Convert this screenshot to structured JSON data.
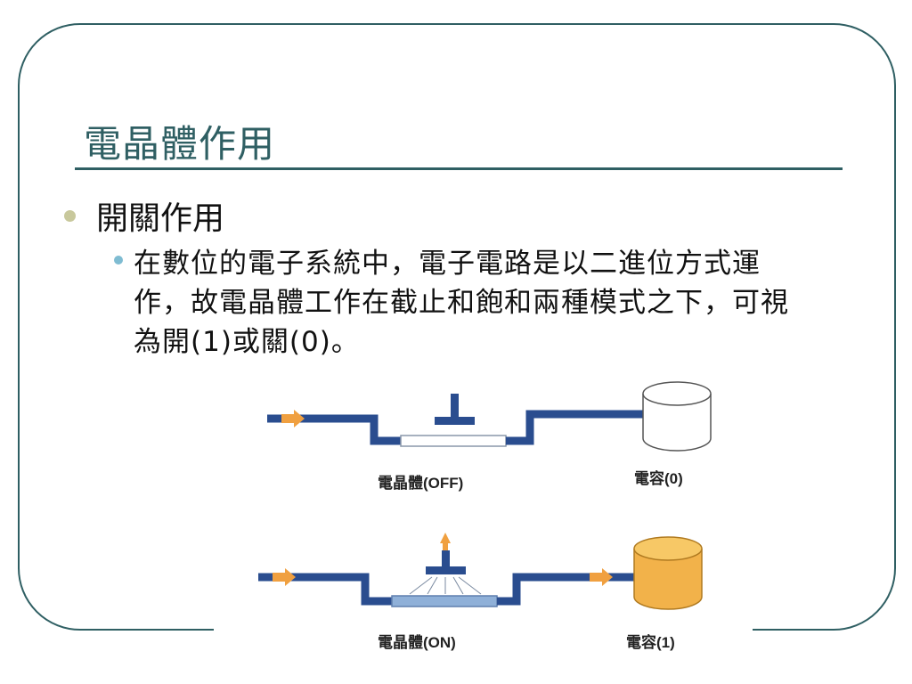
{
  "slide": {
    "title": "電晶體作用",
    "bullet1": "開關作用",
    "bullet2": "在數位的電子系統中，電子電路是以二進位方式運作，故電晶體工作在截止和飽和兩種模式之下，可視為開(1)或關(0)。"
  },
  "diagram": {
    "off_transistor_label": "電晶體(OFF)",
    "off_capacitor_label": "電容(0)",
    "on_transistor_label": "電晶體(ON)",
    "on_capacitor_label": "電容(1)",
    "colors": {
      "pipe": "#2a4d8f",
      "arrow": "#f0a040",
      "channel_off": "#ffffff",
      "channel_on": "#8fb0d8",
      "capacitor_full": "#f2b24a"
    }
  }
}
